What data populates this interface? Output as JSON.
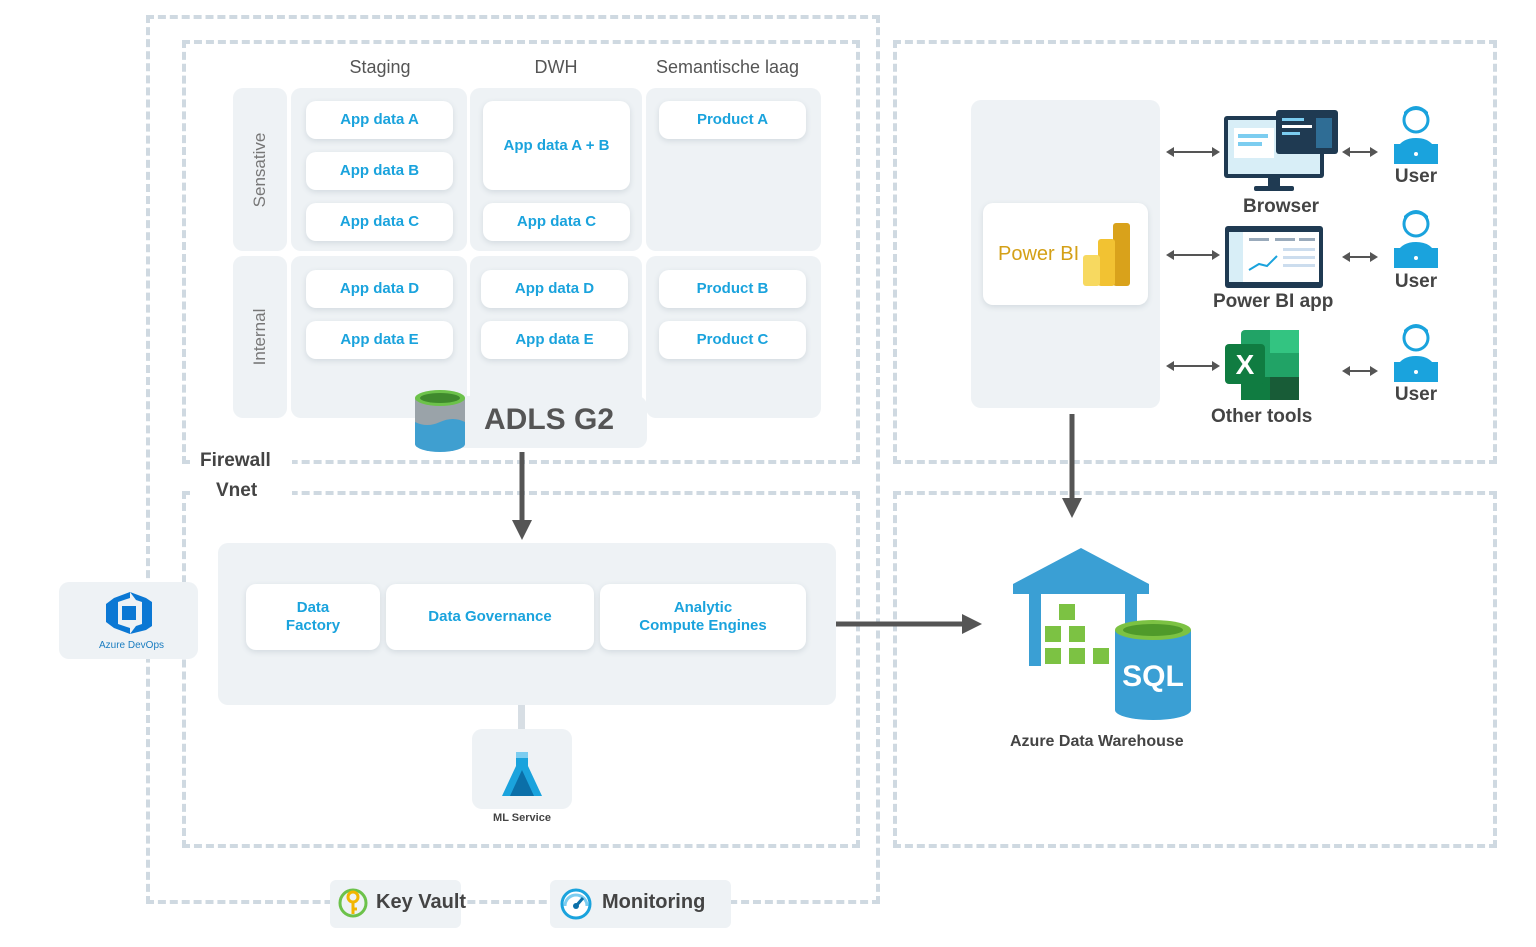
{
  "columns": [
    "Staging",
    "DWH",
    "Semantische laag"
  ],
  "rows": [
    "Sensative",
    "Internal"
  ],
  "sensitive": {
    "staging": [
      "App data A",
      "App data B",
      "App data C"
    ],
    "dwh": [
      "App data A + B",
      "App data C"
    ],
    "semantic": [
      "Product A"
    ]
  },
  "internal": {
    "staging": [
      "App data D",
      "App data E"
    ],
    "dwh": [
      "App data D",
      "App data E"
    ],
    "semantic": [
      "Product B",
      "Product C"
    ]
  },
  "storage": {
    "label": "ADLS G2"
  },
  "network": {
    "firewall": "Firewall",
    "vnet": "Vnet"
  },
  "processing": {
    "data_factory": "Data\nFactory",
    "governance": "Data Governance",
    "compute": "Analytic\nCompute Engines"
  },
  "ml": {
    "label": "ML Service"
  },
  "devops": {
    "label": "Azure DevOps"
  },
  "bottom": {
    "key_vault": "Key Vault",
    "monitoring": "Monitoring"
  },
  "powerbi": {
    "label": "Power BI"
  },
  "clients": [
    {
      "label": "Browser",
      "user": "User"
    },
    {
      "label": "Power BI app",
      "user": "User"
    },
    {
      "label": "Other tools",
      "user": "User"
    }
  ],
  "warehouse": {
    "label": "Azure Data Warehouse",
    "badge": "SQL"
  },
  "colors": {
    "accent": "#1aa3dd",
    "dash": "#cfd9e1",
    "panel": "#eef2f5",
    "arrow": "#555555"
  }
}
